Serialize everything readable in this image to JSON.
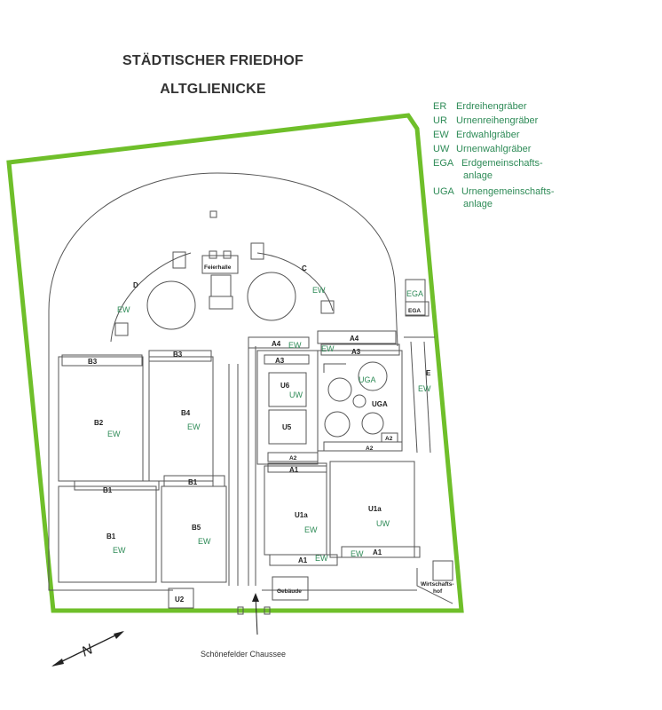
{
  "title": {
    "line1": "STÄDTISCHER FRIEDHOF",
    "line2": "ALTGLIENICKE"
  },
  "legend": [
    {
      "code": "ER",
      "text": "Erdreihengräber"
    },
    {
      "code": "UR",
      "text": "Urnenreihengräber"
    },
    {
      "code": "EW",
      "text": "Erdwahlgräber"
    },
    {
      "code": "UW",
      "text": "Urnenwahlgräber"
    },
    {
      "code": "EGA",
      "text": "Erdgemeinschafts-",
      "cont": "anlage"
    },
    {
      "code": "UGA",
      "text": "Urnengemeinschafts-",
      "cont": "anlage"
    }
  ],
  "colors": {
    "boundary": "#6fbf2a",
    "green_label": "#2e8b57",
    "line": "#555555"
  },
  "map": {
    "feierhalle": "Feierhalle",
    "area_d": "D",
    "area_c": "C",
    "ega": "EGA",
    "e": "E",
    "a4_left": "A4",
    "a4_right": "A4",
    "a3_left": "A3",
    "a3_right": "A3",
    "u6": "U6",
    "u5": "U5",
    "uga_small": "UGA",
    "uga": "UGA",
    "a2_right": "A2",
    "a2_bottom": "A2",
    "a2_left": "A2",
    "a1_top": "A1",
    "a1_bottom_left": "A1",
    "a1_bottom_right": "A1",
    "u1a_left": "U1a",
    "u1a_right": "U1a",
    "b3_left": "B3",
    "b3_right": "B3",
    "b2": "B2",
    "b4": "B4",
    "b1_mid_left": "B1",
    "b1_mid_right": "B1",
    "b1_low": "B1",
    "b5": "B5",
    "u2": "U2",
    "gebaeude": "Gebäude",
    "wirtschaftshof_1": "Wirtschafts-",
    "wirtschaftshof_2": "hof",
    "road": "Schönefelder Chaussee",
    "north": "N"
  },
  "green_labels": {
    "ew_d": "EW",
    "ew_c": "EW",
    "ega_top": "EGA",
    "ew_a4_left": "EW",
    "ew_a4_right": "EW",
    "uw_u6": "UW",
    "uga_upper": "UGA",
    "ew_e": "EW",
    "ew_b2": "EW",
    "ew_b4": "EW",
    "ew_b1": "EW",
    "ew_b5": "EW",
    "ew_u1a": "EW",
    "uw_u1a": "UW",
    "ew_a1_left": "EW",
    "ew_a1_right": "EW"
  }
}
